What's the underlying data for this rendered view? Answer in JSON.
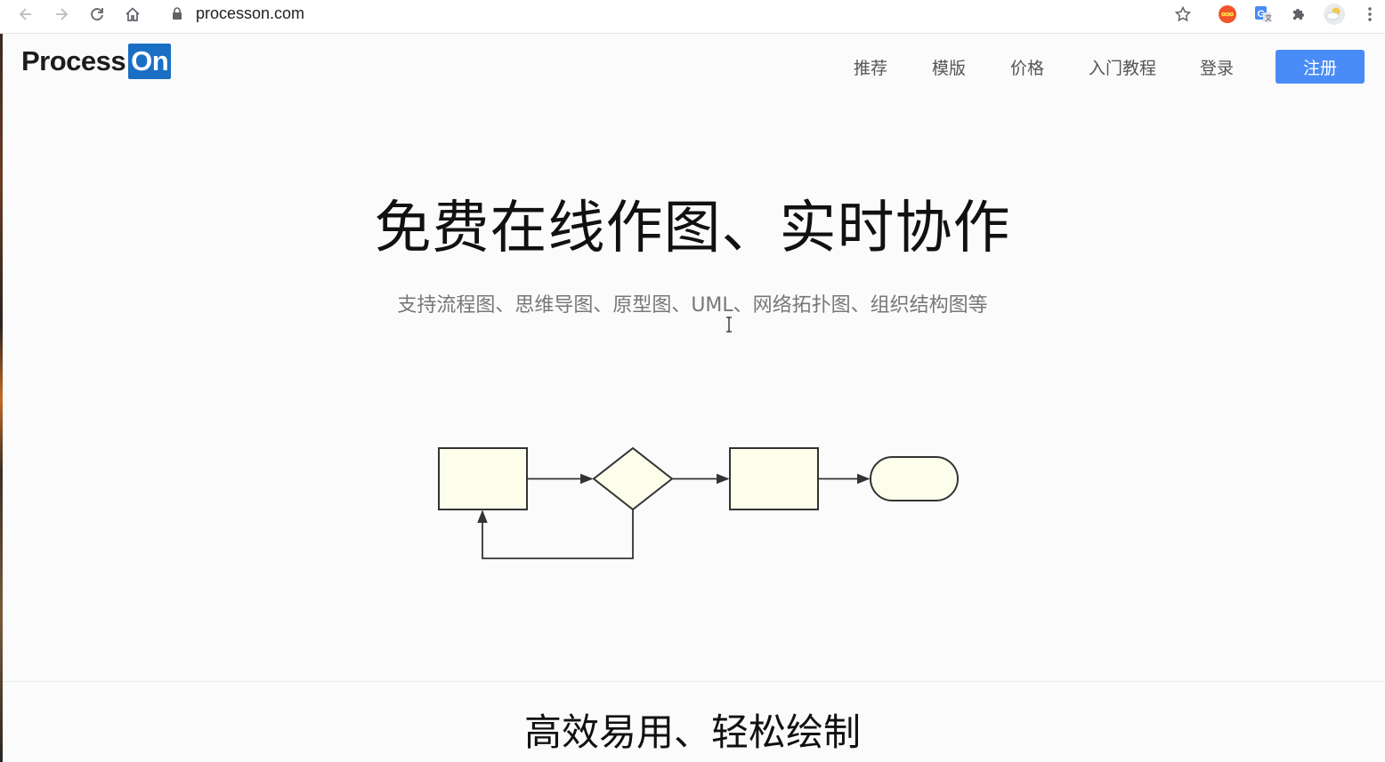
{
  "browser": {
    "url": "processon.com",
    "icons": [
      "back-arrow-icon",
      "forward-arrow-icon",
      "reload-icon",
      "home-icon",
      "lock-icon",
      "star-icon",
      "infinity-extension-icon",
      "google-translate-icon",
      "puzzle-extensions-icon",
      "profile-avatar-icon",
      "kebab-menu-icon"
    ]
  },
  "header": {
    "logo_text": "Process",
    "logo_badge": "On",
    "nav": [
      "推荐",
      "模版",
      "价格",
      "入门教程",
      "登录"
    ],
    "signup_label": "注册"
  },
  "hero": {
    "title": "免费在线作图、实时协作",
    "subtitle": "支持流程图、思维导图、原型图、UML、网络拓扑图、组织结构图等"
  },
  "section2": {
    "title": "高效易用、轻松绘制"
  },
  "colors": {
    "accent": "#4a8cf7",
    "logo_badge": "#1a6fc4",
    "diagram_fill": "#fdfdeb",
    "diagram_stroke": "#333333"
  }
}
